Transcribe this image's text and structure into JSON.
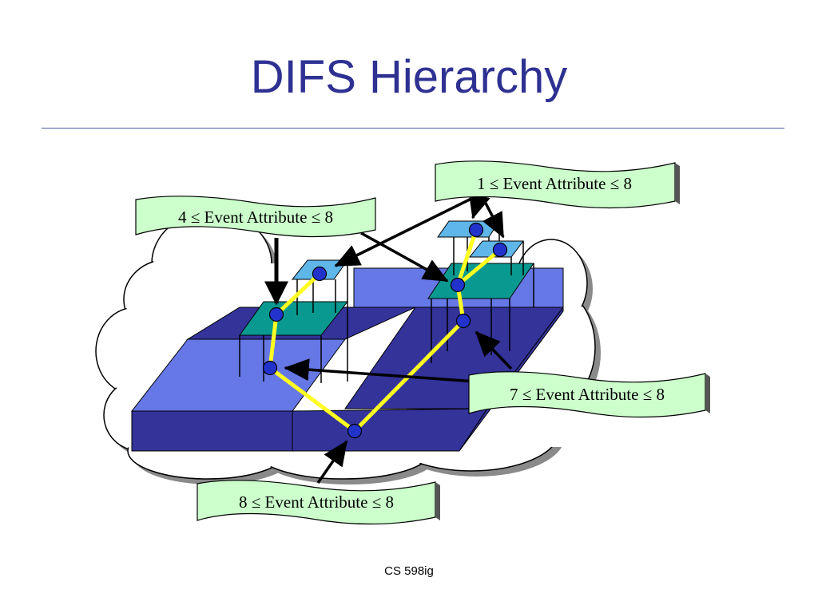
{
  "slide": {
    "title": "DIFS Hierarchy",
    "footer": "CS 598ig"
  },
  "diagram": {
    "labels": {
      "top": "1 ≤ Event Attribute ≤ 8",
      "upper_left": "4 ≤ Event Attribute ≤ 8",
      "lower_right": "7 ≤ Event Attribute ≤ 8",
      "bottom": "8 ≤ Event Attribute ≤ 8"
    }
  },
  "colors": {
    "title": "#2e3192",
    "rule": "#4a5aa8",
    "light_blue": "#6677e6",
    "dark_blue": "#33339a",
    "teal": "#0a9990",
    "sky": "#5fb6e8",
    "path_yellow": "#ffff22",
    "node": "#2233cc",
    "ribbon_fill": "#ccffcc"
  }
}
